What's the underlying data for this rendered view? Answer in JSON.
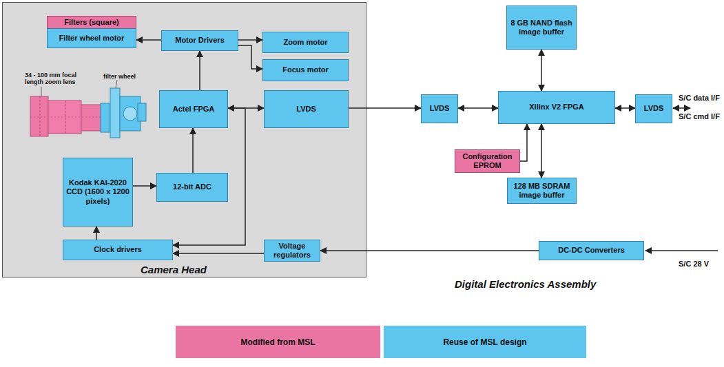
{
  "diagram": {
    "nodes": [
      {
        "text": [
          "Camera Head"
        ]
      },
      {
        "text": [
          "Filters (square)"
        ],
        "in": 0
      },
      {
        "text": [
          "Filter wheel motor"
        ],
        "in": 0
      },
      {
        "text": [
          "Motor Drivers"
        ],
        "in": 0
      },
      {
        "text": [
          "Zoom motor"
        ],
        "in": 0
      },
      {
        "text": [
          "Focus motor"
        ],
        "in": 0
      },
      {
        "text": [
          "Actel FPGA"
        ],
        "in": 0
      },
      {
        "text": [
          "LVDS"
        ],
        "in": 0
      },
      {
        "text": [
          "Kodak KAI-2020 CCD (1600 x 1200 pixels)"
        ],
        "in": 0
      },
      {
        "text": [
          "12-bit ADC"
        ],
        "in": 0
      },
      {
        "text": [
          "Clock drivers"
        ],
        "in": 0
      },
      {
        "text": [
          "Voltage regulators"
        ],
        "in": 0
      },
      {
        "text": [
          "8 GB NAND flash image buffer"
        ]
      },
      {
        "text": [
          "LVDS"
        ]
      },
      {
        "text": [
          "Xilinx V2 FPGA"
        ]
      },
      {
        "text": [
          "LVDS"
        ]
      },
      {
        "text": [
          "Configuration EPROM"
        ]
      },
      {
        "text": [
          "128 MB SDRAM image buffer"
        ]
      },
      {
        "text": [
          "DC-DC  Converters"
        ]
      }
    ],
    "edges": [
      {
        "from": 3,
        "to": 2,
        "arrow": "to"
      },
      {
        "from": 3,
        "to": 4,
        "arrow": "to"
      },
      {
        "from": 3,
        "to": 5,
        "arrow": "to"
      },
      {
        "from": 6,
        "to": 3,
        "arrow": "to"
      },
      {
        "from": 6,
        "to": 7,
        "arrow": "both"
      },
      {
        "from": 9,
        "to": 6,
        "arrow": "to"
      },
      {
        "from": 8,
        "to": 9,
        "arrow": "to"
      },
      {
        "from": 10,
        "to": 8,
        "arrow": "to"
      },
      {
        "from": 6,
        "to": 10,
        "arrow": "to"
      },
      {
        "from": 11,
        "to": 10,
        "arrow": "to"
      },
      {
        "from": 7,
        "to": 13,
        "arrow": "to"
      },
      {
        "from": 13,
        "to": 14,
        "arrow": "both"
      },
      {
        "from": 14,
        "to": 12,
        "arrow": "both"
      },
      {
        "from": 14,
        "to": 15,
        "arrow": "both"
      },
      {
        "from": 16,
        "to": 14,
        "arrow": "to"
      },
      {
        "from": 14,
        "to": 17,
        "arrow": "both"
      },
      {
        "from": 18,
        "to": 11,
        "arrow": "to"
      }
    ],
    "labels": [
      "34 - 100 mm focal length zoom lens",
      "filter wheel",
      "Digital Electronics Assembly",
      "S/C data I/F",
      "S/C cmd I/F",
      "S/C 28 V"
    ],
    "legend": [
      {
        "text": "Modified from MSL",
        "color": "#ea74a2"
      },
      {
        "text": "Reuse of MSL design",
        "color": "#5ec5ee"
      }
    ]
  }
}
